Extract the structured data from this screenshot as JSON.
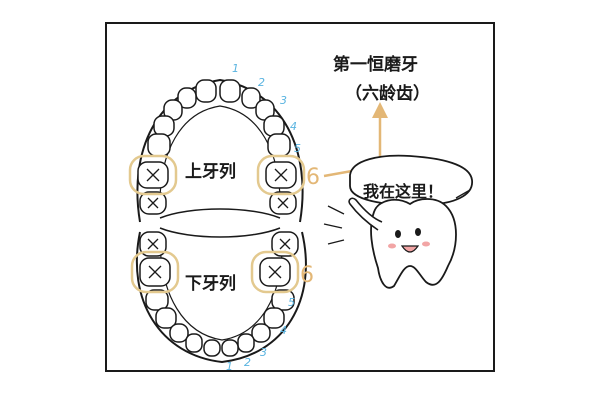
{
  "title": {
    "line1": "第一恒磨牙",
    "line2": "（六龄齿）"
  },
  "upper_arch_label": "上牙列",
  "lower_arch_label": "下牙列",
  "speech": "我在这里！",
  "tooth_numbers": {
    "upper": [
      "1",
      "2",
      "3",
      "4",
      "5",
      "6"
    ],
    "lower": [
      "1",
      "2",
      "3",
      "4",
      "5",
      "6"
    ]
  },
  "colors": {
    "line": "#1a1a1a",
    "number_blue": "#5ab4e0",
    "molar_ring": "#e3c98f",
    "six": "#e3b776",
    "arrow": "#e3b776",
    "cheek": "#f2a5a5"
  }
}
